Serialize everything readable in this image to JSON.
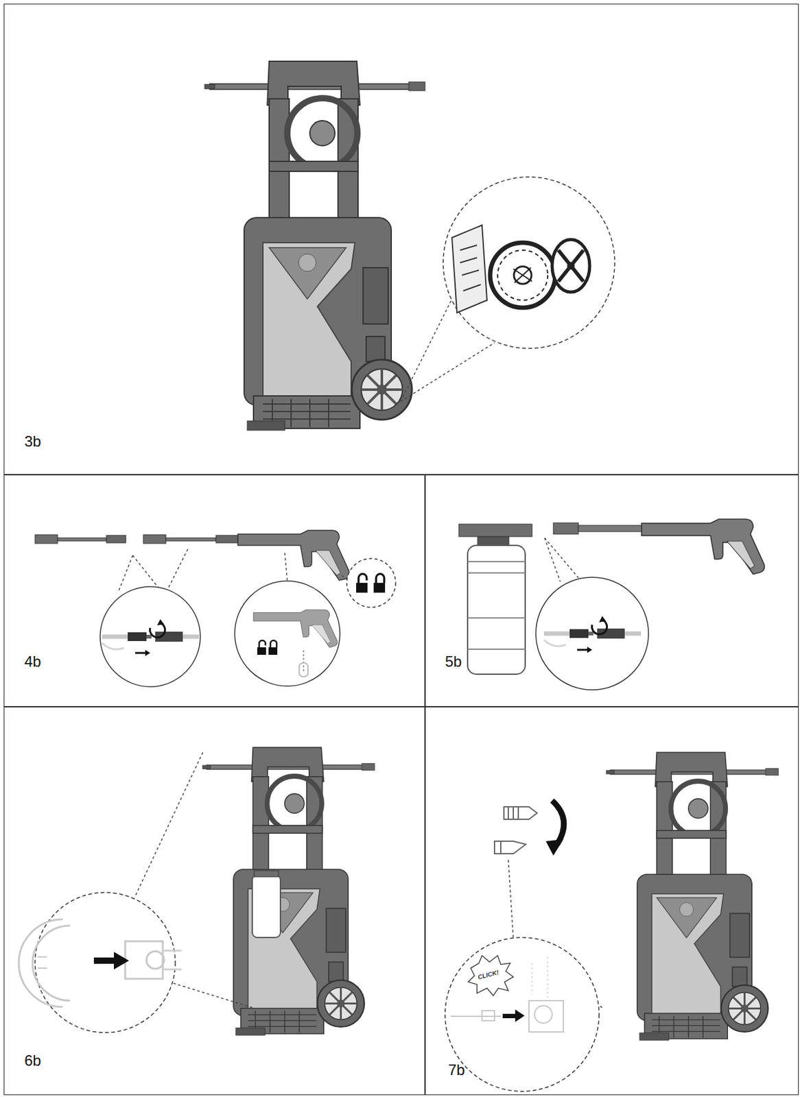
{
  "diagram": {
    "nodes": [
      {
        "text": [
          "3b"
        ]
      },
      {
        "text": [
          "4b"
        ]
      },
      {
        "text": [
          "5b"
        ]
      },
      {
        "text": [
          "6b"
        ]
      },
      {
        "text": [
          "7b"
        ]
      }
    ],
    "labels": [
      "CLICK!"
    ]
  }
}
